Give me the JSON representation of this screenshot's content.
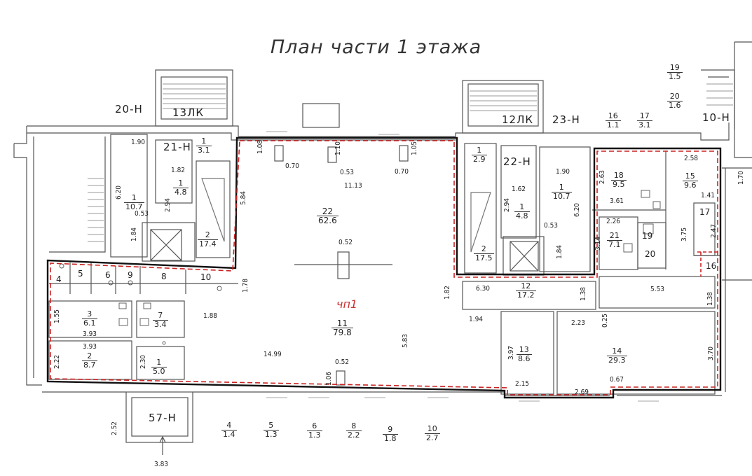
{
  "title": "План части 1 этажа",
  "part_label": "чп1",
  "colors": {
    "boundary": "#111111",
    "dashed": "#cc2222",
    "walls": "#555555"
  },
  "units": {
    "u20": "20-Н",
    "u13": "13ЛК",
    "u21": "21-Н",
    "u12": "12ЛК",
    "u22": "22-Н",
    "u23": "23-Н",
    "u10": "10-Н",
    "u57": "57-Н"
  },
  "rooms": {
    "r22": {
      "n": "22",
      "a": "62.6"
    },
    "r11": {
      "n": "11",
      "a": "79.8"
    },
    "r12": {
      "n": "12",
      "a": "17.2"
    },
    "r13": {
      "n": "13",
      "a": "8.6"
    },
    "r14": {
      "n": "14",
      "a": "29.3"
    },
    "r18": {
      "n": "18",
      "a": "9.5"
    },
    "r15": {
      "n": "15",
      "a": "9.6"
    },
    "r21b": {
      "n": "21",
      "a": "7.1"
    },
    "r3": {
      "n": "3",
      "a": "6.1"
    },
    "r7": {
      "n": "7",
      "a": "3.4"
    },
    "r2": {
      "n": "2",
      "a": "8.7"
    },
    "r1b": {
      "n": "1",
      "a": "5.0"
    },
    "l1a": {
      "n": "1",
      "a": "10.7"
    },
    "l1b": {
      "n": "1",
      "a": "4.8"
    },
    "l1c": {
      "n": "1",
      "a": "3.1"
    },
    "l2a": {
      "n": "2",
      "a": "17.4"
    },
    "m1a": {
      "n": "1",
      "a": "2.9"
    },
    "m1b": {
      "n": "1",
      "a": "4.8"
    },
    "m1c": {
      "n": "1",
      "a": "10.7"
    },
    "m2a": {
      "n": "2",
      "a": "17.5"
    },
    "t16": {
      "n": "16",
      "a": "1.1"
    },
    "t17": {
      "n": "17",
      "a": "3.1"
    },
    "t19": {
      "n": "19",
      "a": "1.5"
    },
    "t20": {
      "n": "20",
      "a": "1.6"
    },
    "b4": {
      "n": "4",
      "a": "1.4"
    },
    "b5": {
      "n": "5",
      "a": "1.3"
    },
    "b6": {
      "n": "6",
      "a": "1.3"
    },
    "b8": {
      "n": "8",
      "a": "2.2"
    },
    "b9": {
      "n": "9",
      "a": "1.8"
    },
    "b10": {
      "n": "10",
      "a": "2.7"
    }
  },
  "room_numbers": {
    "n4": "4",
    "n5": "5",
    "n6": "6",
    "n9": "9",
    "n8": "8",
    "n10": "10",
    "n17": "17",
    "n19": "19",
    "n20": "20",
    "n16": "16"
  },
  "dims": {
    "d190a": "1.90",
    "d620a": "6.20",
    "d053a": "0.53",
    "d184a": "1.84",
    "d182": "1.82",
    "d294a": "2.94",
    "d584": "5.84",
    "d108": "1.08",
    "d110": "1.10",
    "d105": "1.05",
    "d070a": "0.70",
    "d053b": "0.53",
    "d070b": "0.70",
    "d1113": "11.13",
    "d052a": "0.52",
    "d162": "1.62",
    "d294b": "2.94",
    "d190b": "1.90",
    "d053c": "0.53",
    "d620b": "6.20",
    "d184b": "1.84",
    "d263": "2.63",
    "d258": "2.58",
    "d361": "3.61",
    "d141": "1.41",
    "d170": "1.70",
    "d226": "2.26",
    "d314": "3.14",
    "d375": "3.75",
    "d247": "2.47",
    "d553": "5.53",
    "d138a": "1.38",
    "d630": "6.30",
    "d182b": "1.82",
    "d138b": "1.38",
    "d194": "1.94",
    "d223": "2.23",
    "d025": "0.25",
    "d397": "3.97",
    "d215": "2.15",
    "d370": "3.70",
    "d067": "0.67",
    "d269": "2.69",
    "d583": "5.83",
    "d1499": "14.99",
    "d052b": "0.52",
    "d106": "1.06",
    "d178": "1.78",
    "d188": "1.88",
    "d155": "1.55",
    "d393a": "3.93",
    "d393b": "3.93",
    "d222": "2.22",
    "d230": "2.30",
    "d252": "2.52",
    "d383": "3.83"
  }
}
